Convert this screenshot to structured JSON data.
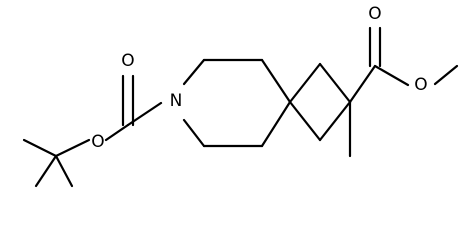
{
  "molecule": {
    "atom_labels": {
      "nitrogen": "N",
      "carbamate_carbonyl_oxygen": "O",
      "carbamate_ester_oxygen": "O",
      "ester_carbonyl_oxygen": "O",
      "ester_ether_oxygen": "O"
    }
  }
}
